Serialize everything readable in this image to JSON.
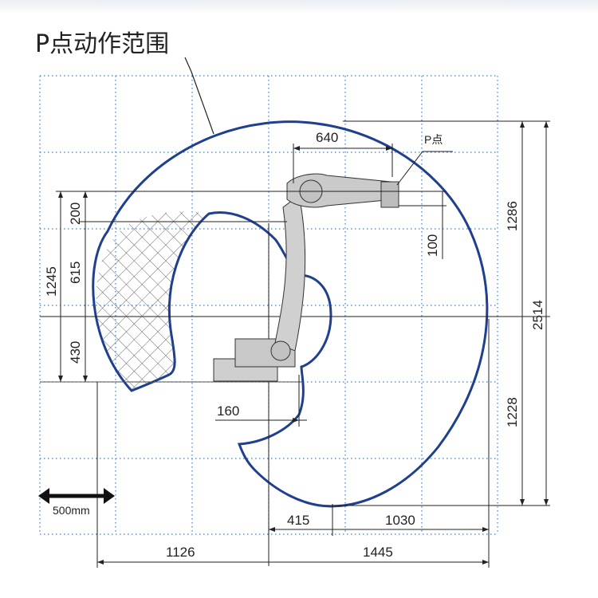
{
  "title": "P点动作范围",
  "p_point_label": "P点",
  "scale_label": "500mm",
  "dims": {
    "d640": "640",
    "d200": "200",
    "d1286": "1286",
    "d100": "100",
    "d615": "615",
    "d1245": "1245",
    "d2514": "2514",
    "d430": "430",
    "d1228": "1228",
    "d160": "160",
    "d415": "415",
    "d1030": "1030",
    "d1126": "1126",
    "d1445": "1445"
  },
  "colors": {
    "envelope": "#1f3f8f",
    "grid": "#3a7fd0",
    "dimension": "#222222"
  }
}
